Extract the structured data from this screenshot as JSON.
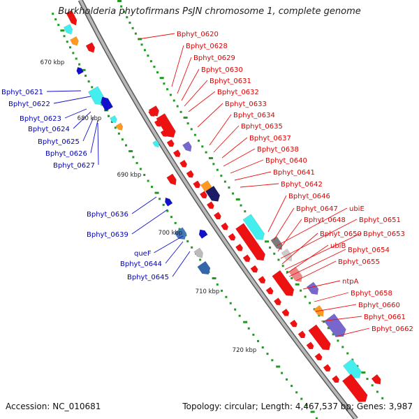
{
  "title": "Burkholderia phytofirmans PsJN chromosome 1, complete genome",
  "footer": {
    "accession": "Accession: NC_010681",
    "summary": "Topology: circular; Length: 4,467,537 bp; Genes: 3,987"
  },
  "colors": {
    "backbone": "#8a8a8a",
    "plus_strand": "#ee1111",
    "minus_strand": "#1111cc",
    "cyan": "#44eeee",
    "orange": "#ff9922",
    "gc_dots": "#229922"
  },
  "scale_labels": [
    "670 kbp",
    "680 kbp",
    "690 kbp",
    "700 kbp",
    "710 kbp",
    "720 kbp"
  ],
  "left_labels": [
    "Bphyt_0621",
    "Bphyt_0622",
    "Bphyt_0623",
    "Bphyt_0624",
    "Bphyt_0625",
    "Bphyt_0626",
    "Bphyt_0627",
    "Bphyt_0636",
    "Bphyt_0639",
    "queF",
    "Bphyt_0644",
    "Bphyt_0645"
  ],
  "right_labels": [
    "Bphyt_0620",
    "Bphyt_0628",
    "Bphyt_0629",
    "Bphyt_0630",
    "Bphyt_0631",
    "Bphyt_0632",
    "Bphyt_0633",
    "Bphyt_0634",
    "Bphyt_0635",
    "Bphyt_0637",
    "Bphyt_0638",
    "Bphyt_0640",
    "Bphyt_0641",
    "Bphyt_0642",
    "Bphyt_0646",
    "Bphyt_0647",
    "ubiE",
    "Bphyt_0648",
    "Bphyt_0651",
    "Bphyt_0650",
    "Bphyt_0653",
    "ubiB",
    "Bphyt_0654",
    "Bphyt_0655",
    "ntpA",
    "Bphyt_0658",
    "Bphyt_0660",
    "Bphyt_0661",
    "Bphyt_0662"
  ]
}
